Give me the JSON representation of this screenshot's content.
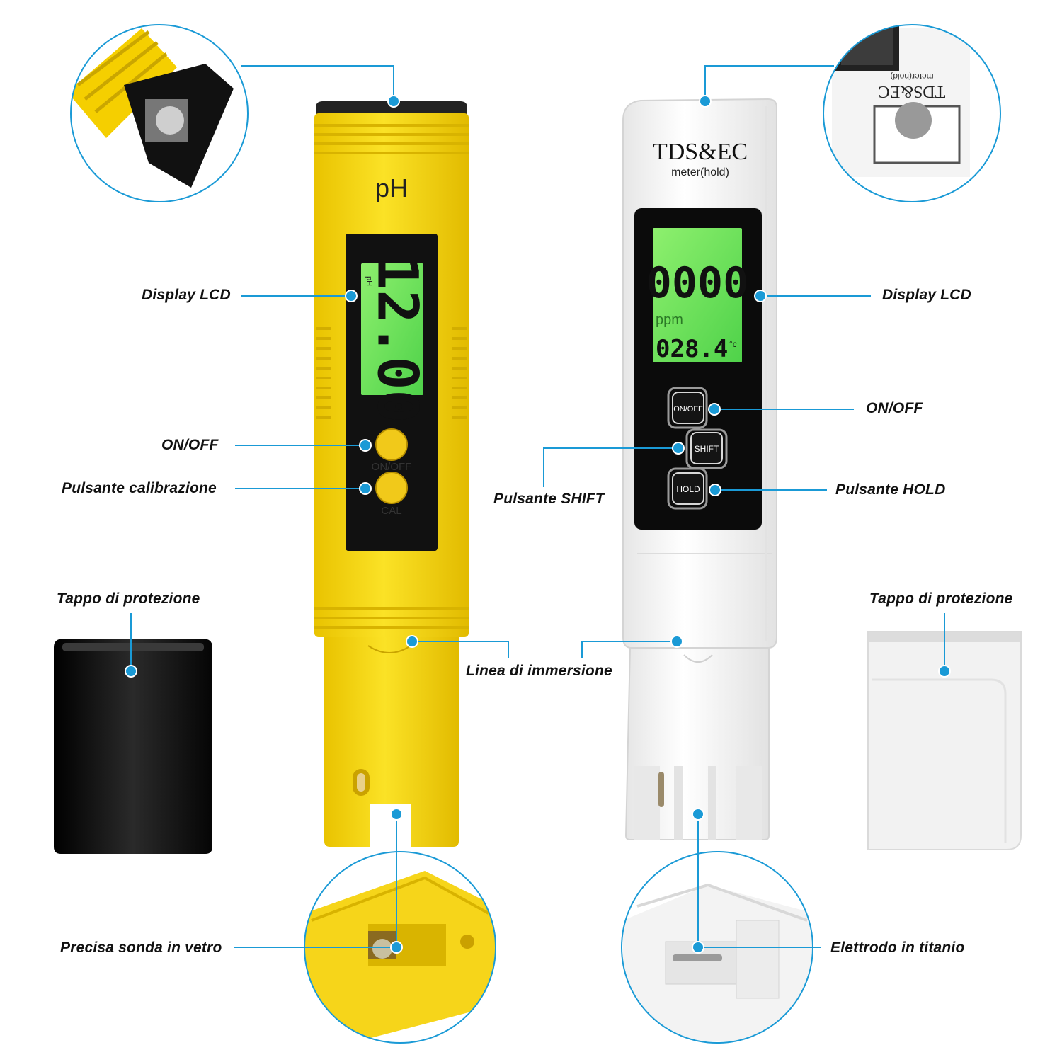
{
  "colors": {
    "accent": "#1a9ad6",
    "ph_body": "#f5d20a",
    "ph_body_dark": "#d9b600",
    "lcd_green": "#6fe35a",
    "tds_body": "#f7f7f7"
  },
  "ph_meter": {
    "brand": "pH",
    "on_off": "ON/OFF",
    "cal": "CAL",
    "lcd_unit": "pH"
  },
  "tds_meter": {
    "brand": "TDS&EC",
    "sub": "meter(hold)",
    "lcd_main": "0000",
    "lcd_unit": "ppm",
    "lcd_temp": "028.4",
    "lcd_temp_unit": "°c",
    "btn_on_off": "ON/OFF",
    "btn_shift": "SHIFT",
    "btn_hold": "HOLD"
  },
  "zoom_tds_label": {
    "brand": "TDS&EC",
    "sub": "meter(hold)"
  },
  "labels": {
    "display_lcd_left": "Display LCD",
    "on_off_left": "ON/OFF",
    "calibration": "Pulsante calibrazione",
    "cap_left": "Tappo di protezione",
    "immersion": "Linea di immersione",
    "glass_probe": "Precisa sonda in vetro",
    "display_lcd_right": "Display LCD",
    "on_off_right": "ON/OFF",
    "shift": "Pulsante SHIFT",
    "hold": "Pulsante HOLD",
    "cap_right": "Tappo di protezione",
    "titanium": "Elettrodo in titanio"
  }
}
